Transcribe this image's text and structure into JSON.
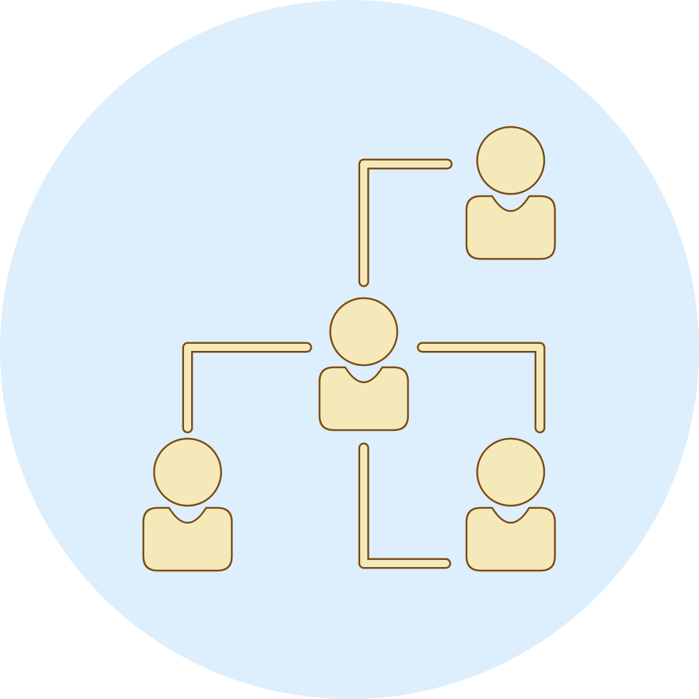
{
  "icon": {
    "name": "organization-hierarchy-icon",
    "description_colors": {
      "background_circle": "#DDEEFC",
      "fill": "#F5E9BA",
      "stroke": "#7A4A12"
    },
    "people": [
      {
        "id": "person-center",
        "icon": "user-icon"
      },
      {
        "id": "person-top-right",
        "icon": "user-icon"
      },
      {
        "id": "person-bottom-left",
        "icon": "user-icon"
      },
      {
        "id": "person-bottom-right",
        "icon": "user-icon"
      }
    ],
    "connectors": [
      {
        "id": "connector-center-to-top-right"
      },
      {
        "id": "connector-center-to-left"
      },
      {
        "id": "connector-center-to-right"
      },
      {
        "id": "connector-center-to-bottom-right"
      }
    ]
  }
}
